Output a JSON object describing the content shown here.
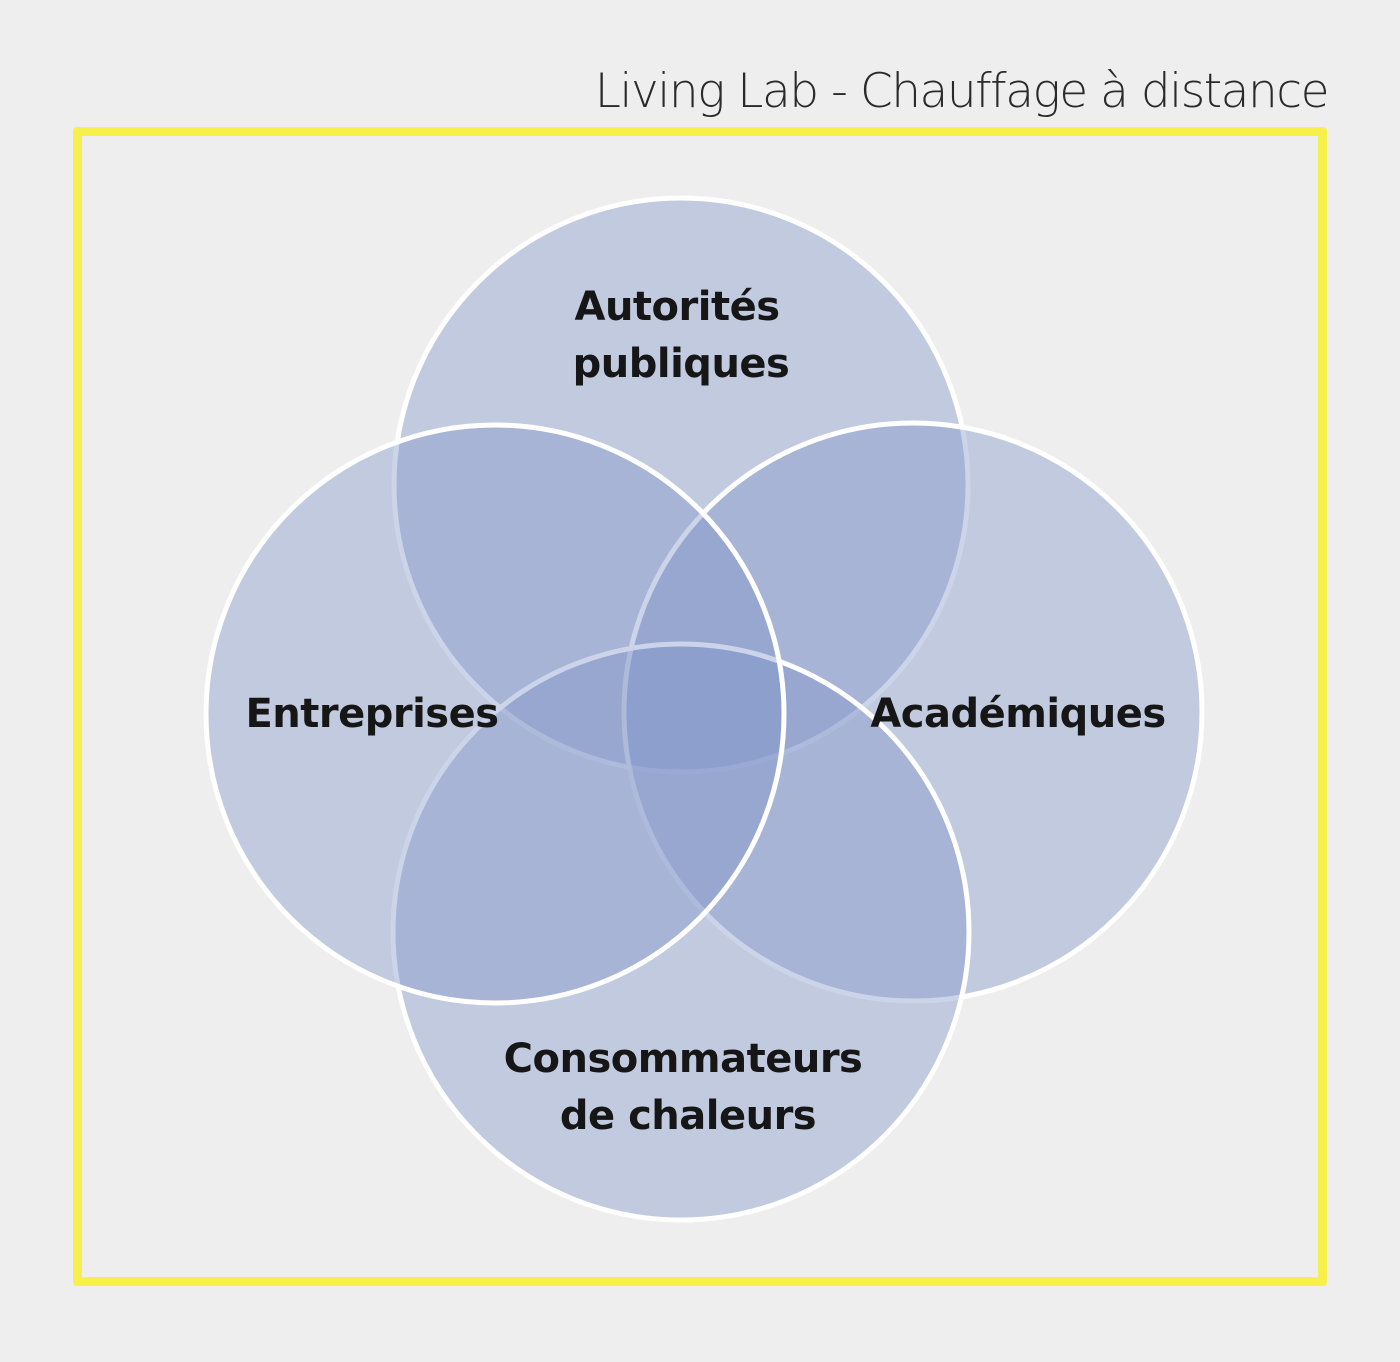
{
  "title": "Living Lab - Chauffage à distance",
  "colors": {
    "background": "#eeeeee",
    "frame": "#f7f04a",
    "circle_fill": "#7f94c8",
    "circle_stroke": "#ffffff",
    "text": "#161616"
  },
  "diagram": {
    "type": "venn",
    "sets": [
      {
        "id": "top",
        "label_lines": [
          "Autorités",
          "publiques"
        ]
      },
      {
        "id": "right",
        "label_lines": [
          "Académiques"
        ]
      },
      {
        "id": "bottom",
        "label_lines": [
          "Consommateurs",
          "de chaleurs"
        ]
      },
      {
        "id": "left",
        "label_lines": [
          "Entreprises"
        ]
      }
    ]
  }
}
